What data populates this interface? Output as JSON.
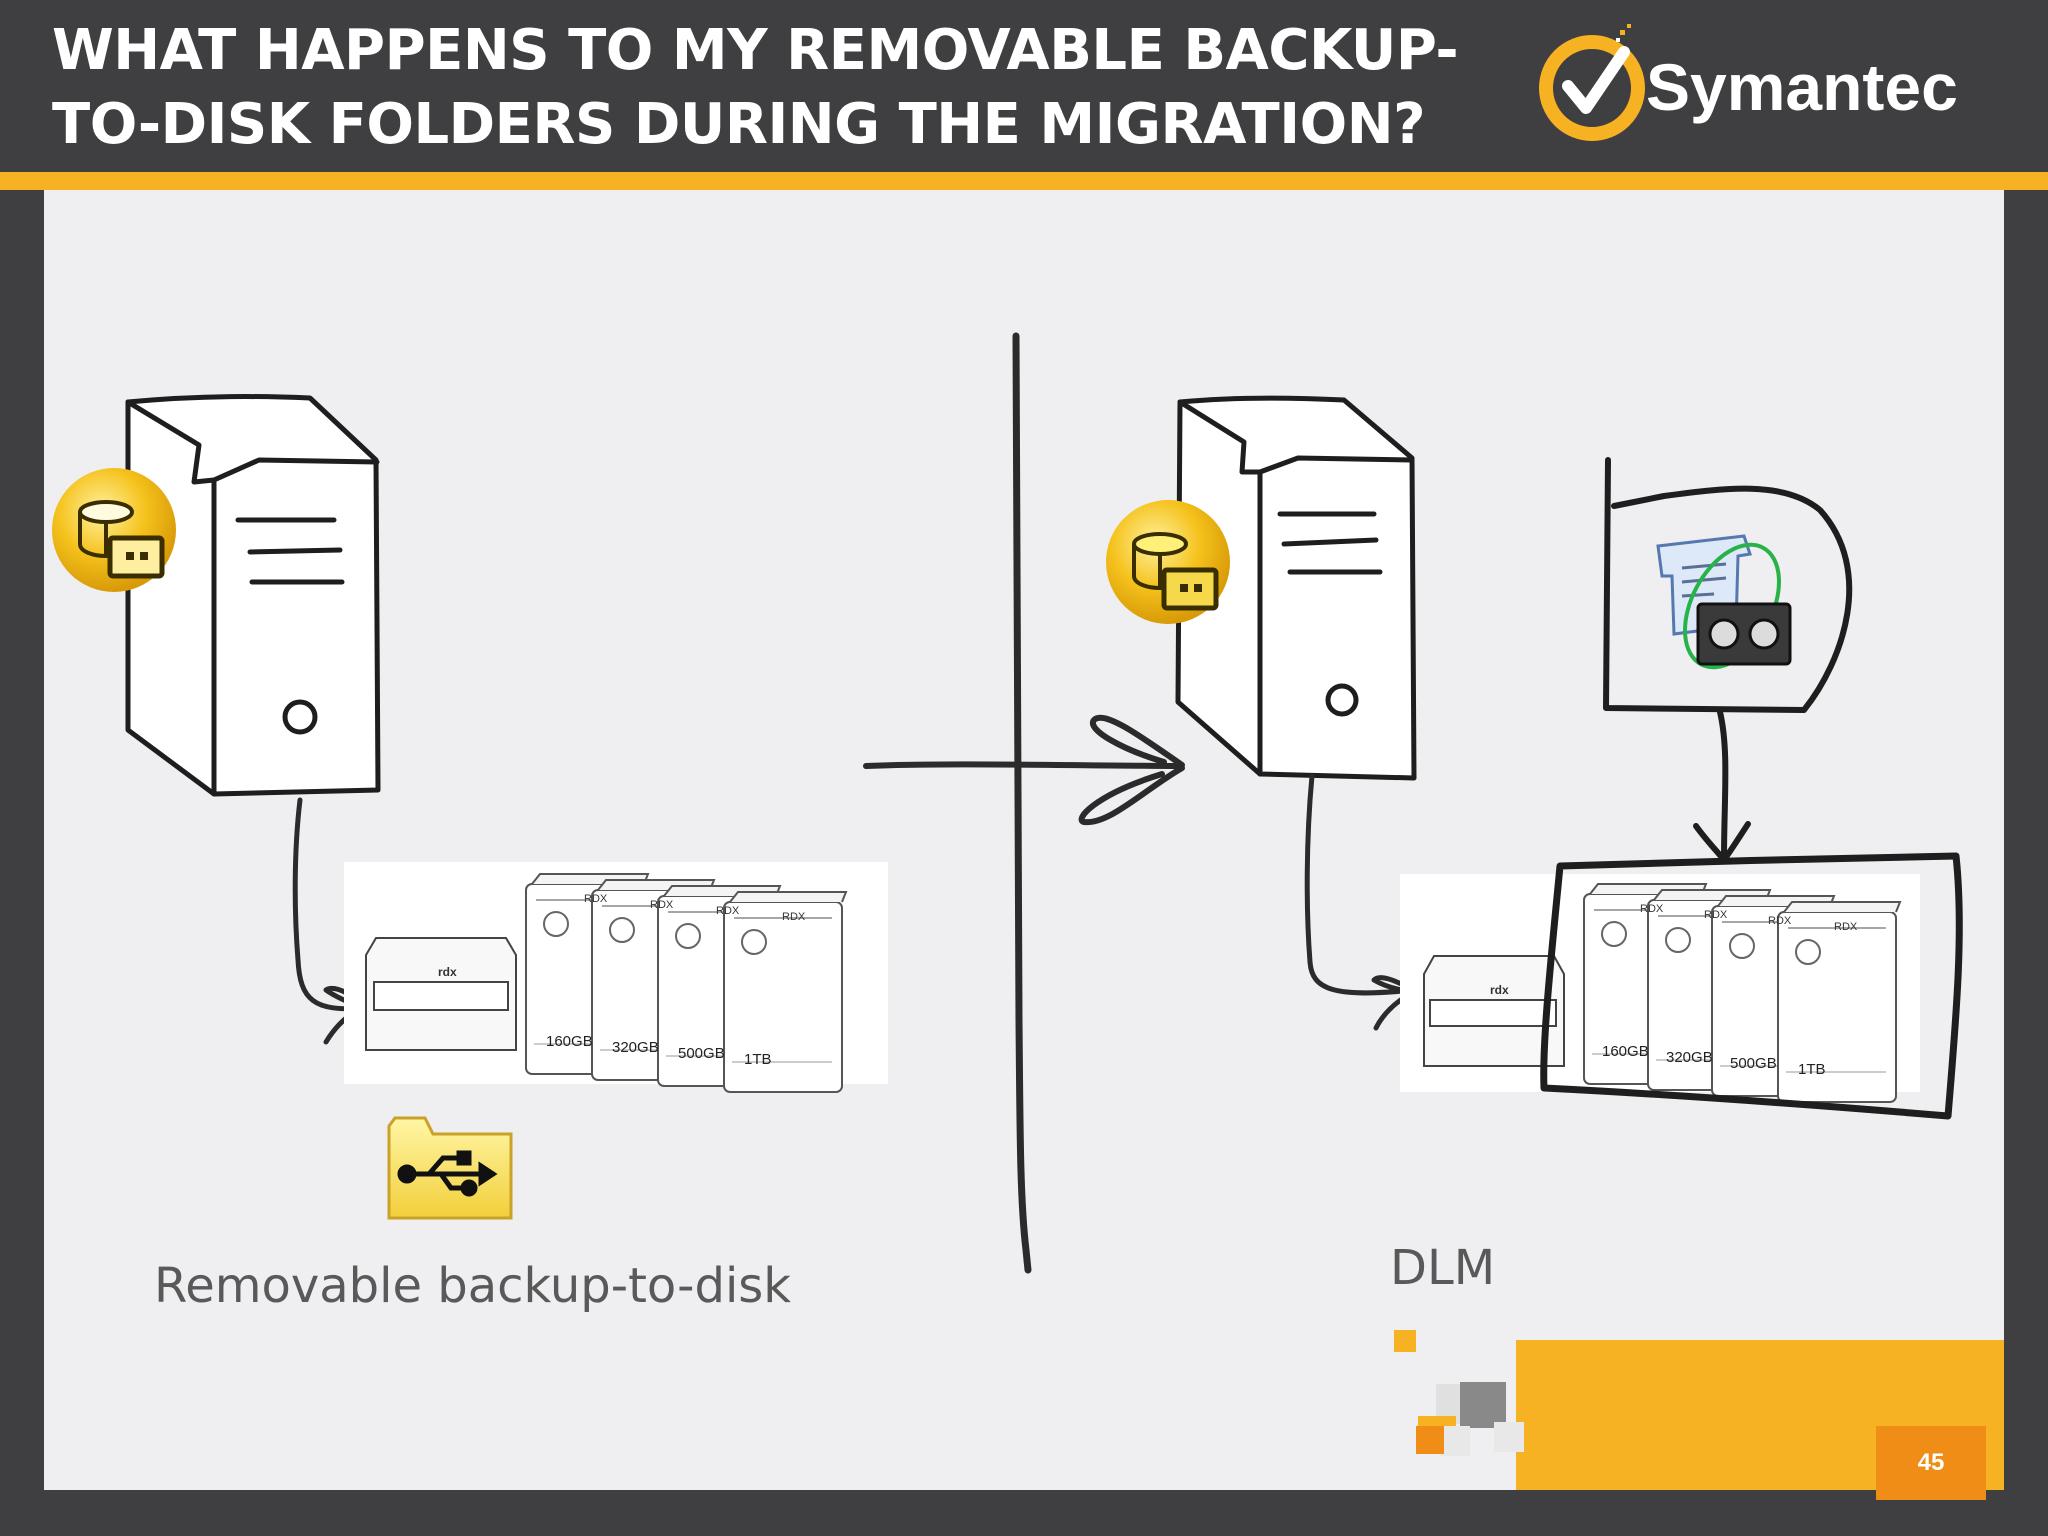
{
  "slide": {
    "title": "WHAT HAPPENS TO MY REMOVABLE BACKUP-TO-DISK FOLDERS DURING THE MIGRATION?",
    "brand": "Symantec",
    "page_number": "45"
  },
  "left": {
    "label": "Removable backup-to-disk"
  },
  "right": {
    "label": "DLM"
  },
  "cartridges_left": [
    {
      "brand": "RDX",
      "capacity": "160GB"
    },
    {
      "brand": "RDX",
      "capacity": "320GB"
    },
    {
      "brand": "RDX",
      "capacity": "500GB"
    },
    {
      "brand": "RDX",
      "capacity": "1TB"
    }
  ],
  "cartridges_right": [
    {
      "brand": "RDX",
      "capacity": "160GB"
    },
    {
      "brand": "RDX",
      "capacity": "320GB"
    },
    {
      "brand": "RDX",
      "capacity": "500GB"
    },
    {
      "brand": "RDX",
      "capacity": "1TB"
    }
  ],
  "drive_label": "rdx",
  "colors": {
    "header": "#3f3e40",
    "accent": "#f6b223",
    "page_badge": "#ef8d16"
  },
  "icons": [
    "storage-icon",
    "usb-folder-icon",
    "backup-job-icon",
    "checkmark-logo-icon"
  ]
}
